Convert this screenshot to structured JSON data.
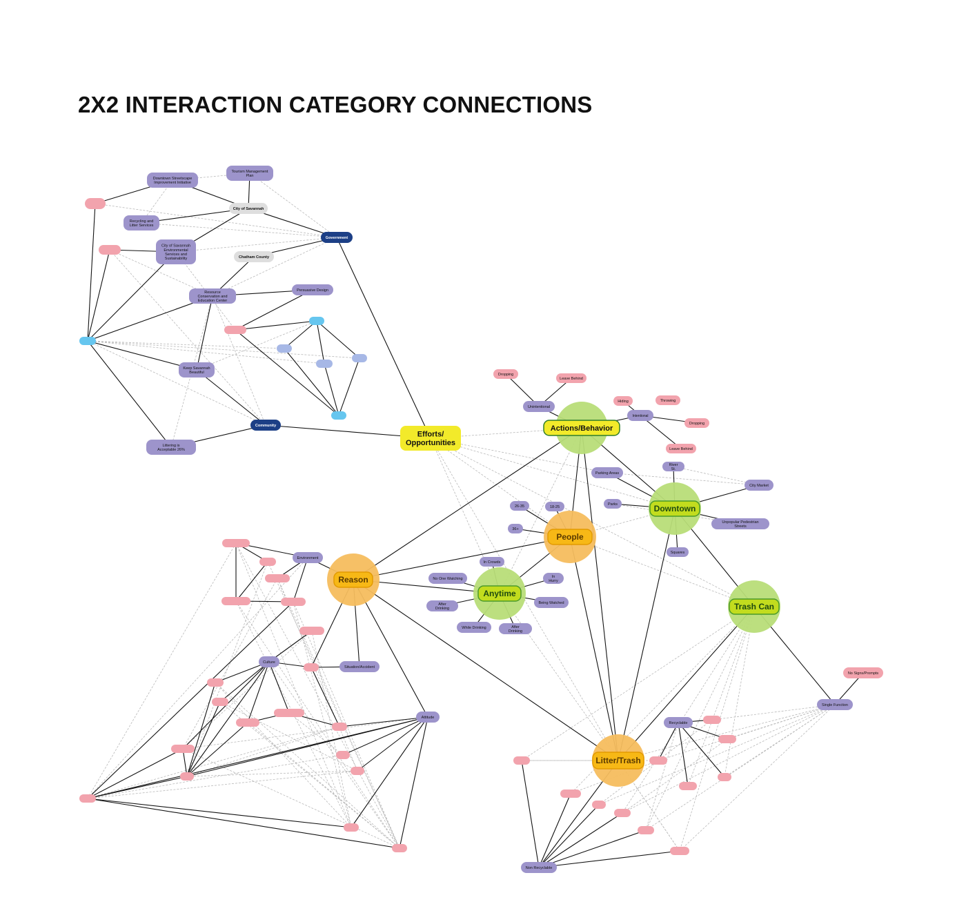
{
  "title": "2X2 INTERACTION CATEGORY CONNECTIONS",
  "colors": {
    "category_circle_green": "#b8dd78",
    "category_circle_orange": "#f6bd5e",
    "category_pill_yellow": "#f2ea2a",
    "category_pill_green": "#c2dc1e",
    "category_pill_orange": "#f7b816",
    "subcategory_purple": "#9d94cb",
    "item_pink": "#f2a3ad",
    "government_navy": "#1c3f86",
    "organization_gray": "#dedede",
    "blue_node": "#66c6ef",
    "light_blue_node": "#a7b8e6",
    "edge_solid": "#111111",
    "edge_dashed": "#b8b8b8"
  },
  "nodes": {
    "dsii": "Downtown Streetscape Improvement Initiative",
    "tmp": "Tourism Management Plan",
    "cos": "City of Savannah",
    "gov": "Government",
    "rls": "Recycling and Litter Services",
    "cosess": "City of Savannah Environmental Services and Sustainability",
    "cc": "Chatham County",
    "rcec": "Resource Conservation and Education Center",
    "pd": "Persuasive Design",
    "ksb": "Keep Savannah Beautiful",
    "comm": "Community",
    "lia": "Littering is Acceptable 26%",
    "eo": "Efforts/ Opportunities",
    "ab": "Actions/Behavior",
    "drop1": "Dropping",
    "leave1": "Leave Behind",
    "unint": "Unintentional",
    "hiding": "Hiding",
    "throwing": "Throwing",
    "intent": "Intentional",
    "drop2": "Dropping",
    "leave2": "Leave Behind",
    "dt": "Downtown",
    "river": "River St.",
    "parking": "Parking Areas",
    "citymkt": "City Market",
    "parks": "Parks",
    "ups": "Unpopular Pedestrian Streets",
    "squares": "Squares",
    "people": "People",
    "a2635": "26-35",
    "a1825": "18-25",
    "a36": "36+",
    "anytime": "Anytime",
    "crowds": "In Crowds",
    "nonew": "No One Watching",
    "hurry": "In Hurry",
    "afterd1": "After Drinking",
    "beingw": "Being Watched",
    "whiled": "While Drinking",
    "afterd2": "After Drinking",
    "reason": "Reason",
    "tc": "Trash Can",
    "lt": "Litter/Trash",
    "recyc": "Recyclable",
    "single": "Single Function",
    "nosigns": "No Signs/Prompts",
    "nonrec": "Non Recyclable",
    "env": "Environment",
    "culture": "Culture",
    "situation": "Situation/Accident",
    "attitude": "Attitude"
  }
}
